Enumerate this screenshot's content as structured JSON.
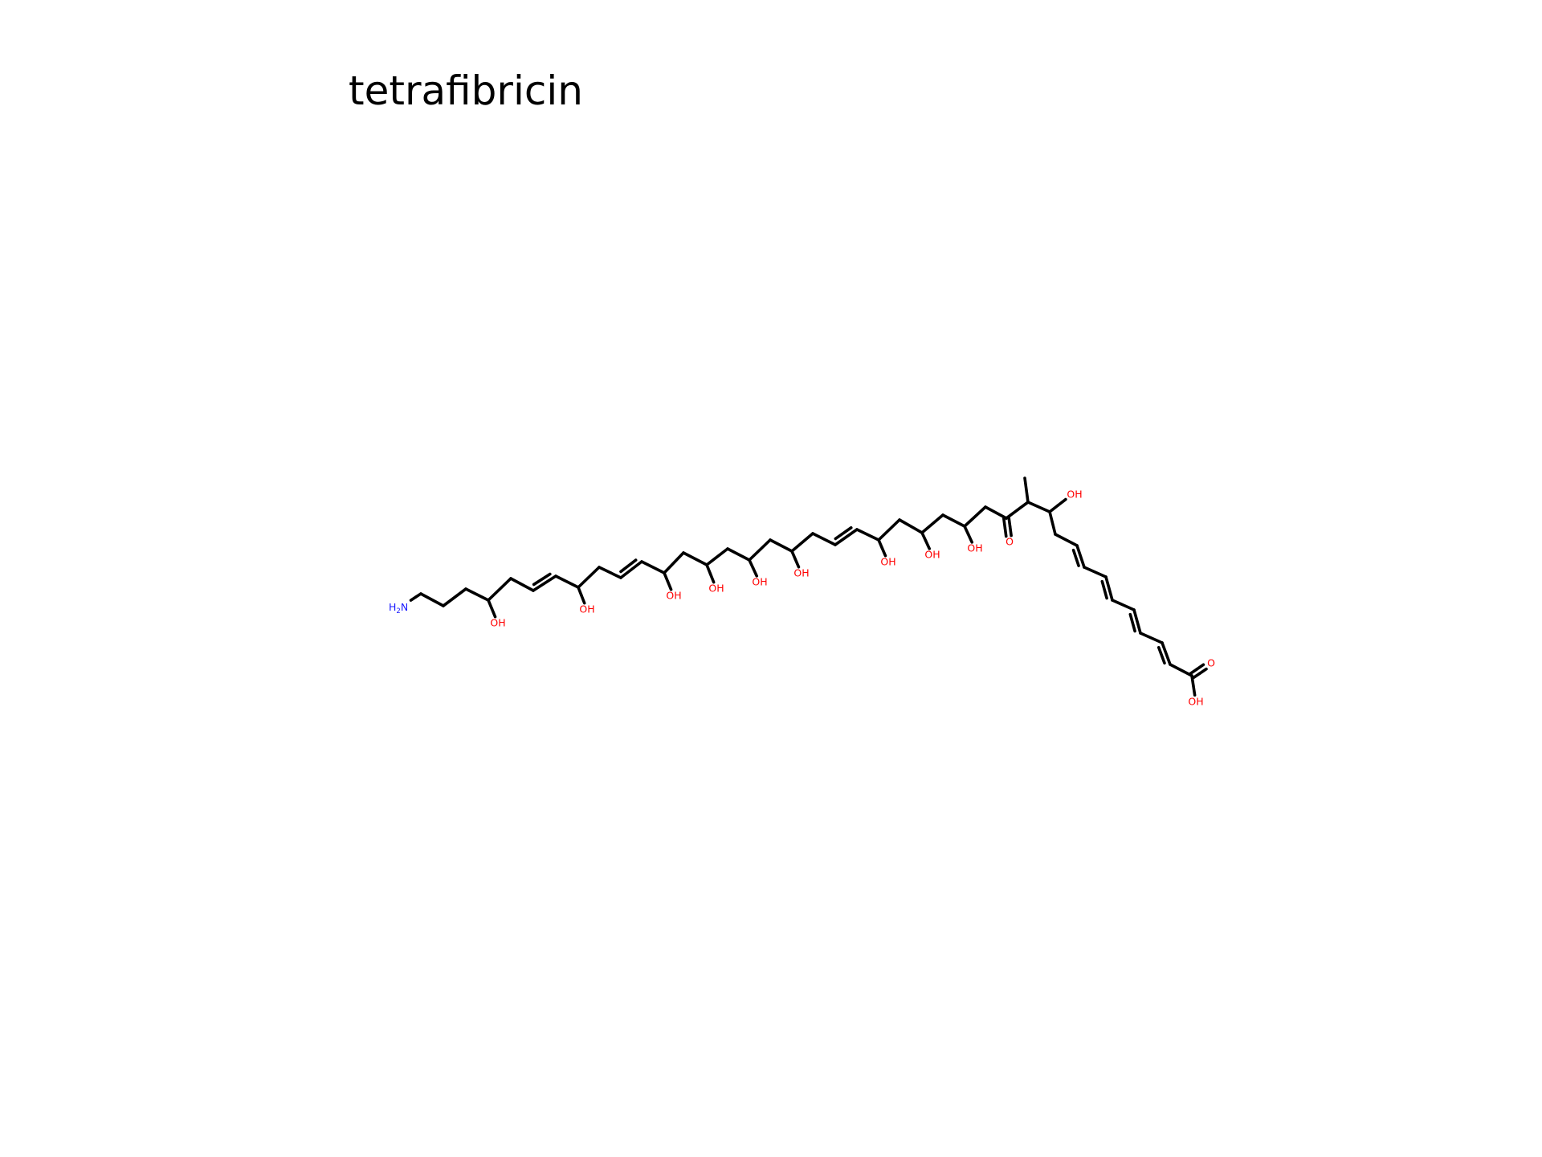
{
  "title": "tetrafibricin",
  "colors": {
    "carbon": "#000000",
    "oxygen": "#ff0000",
    "nitrogen": "#1a1aff"
  },
  "labels": {
    "hydroxyl": "OH",
    "oxygen": "O",
    "amine_h": "H",
    "amine_sub": "2",
    "amine_n": "N"
  }
}
